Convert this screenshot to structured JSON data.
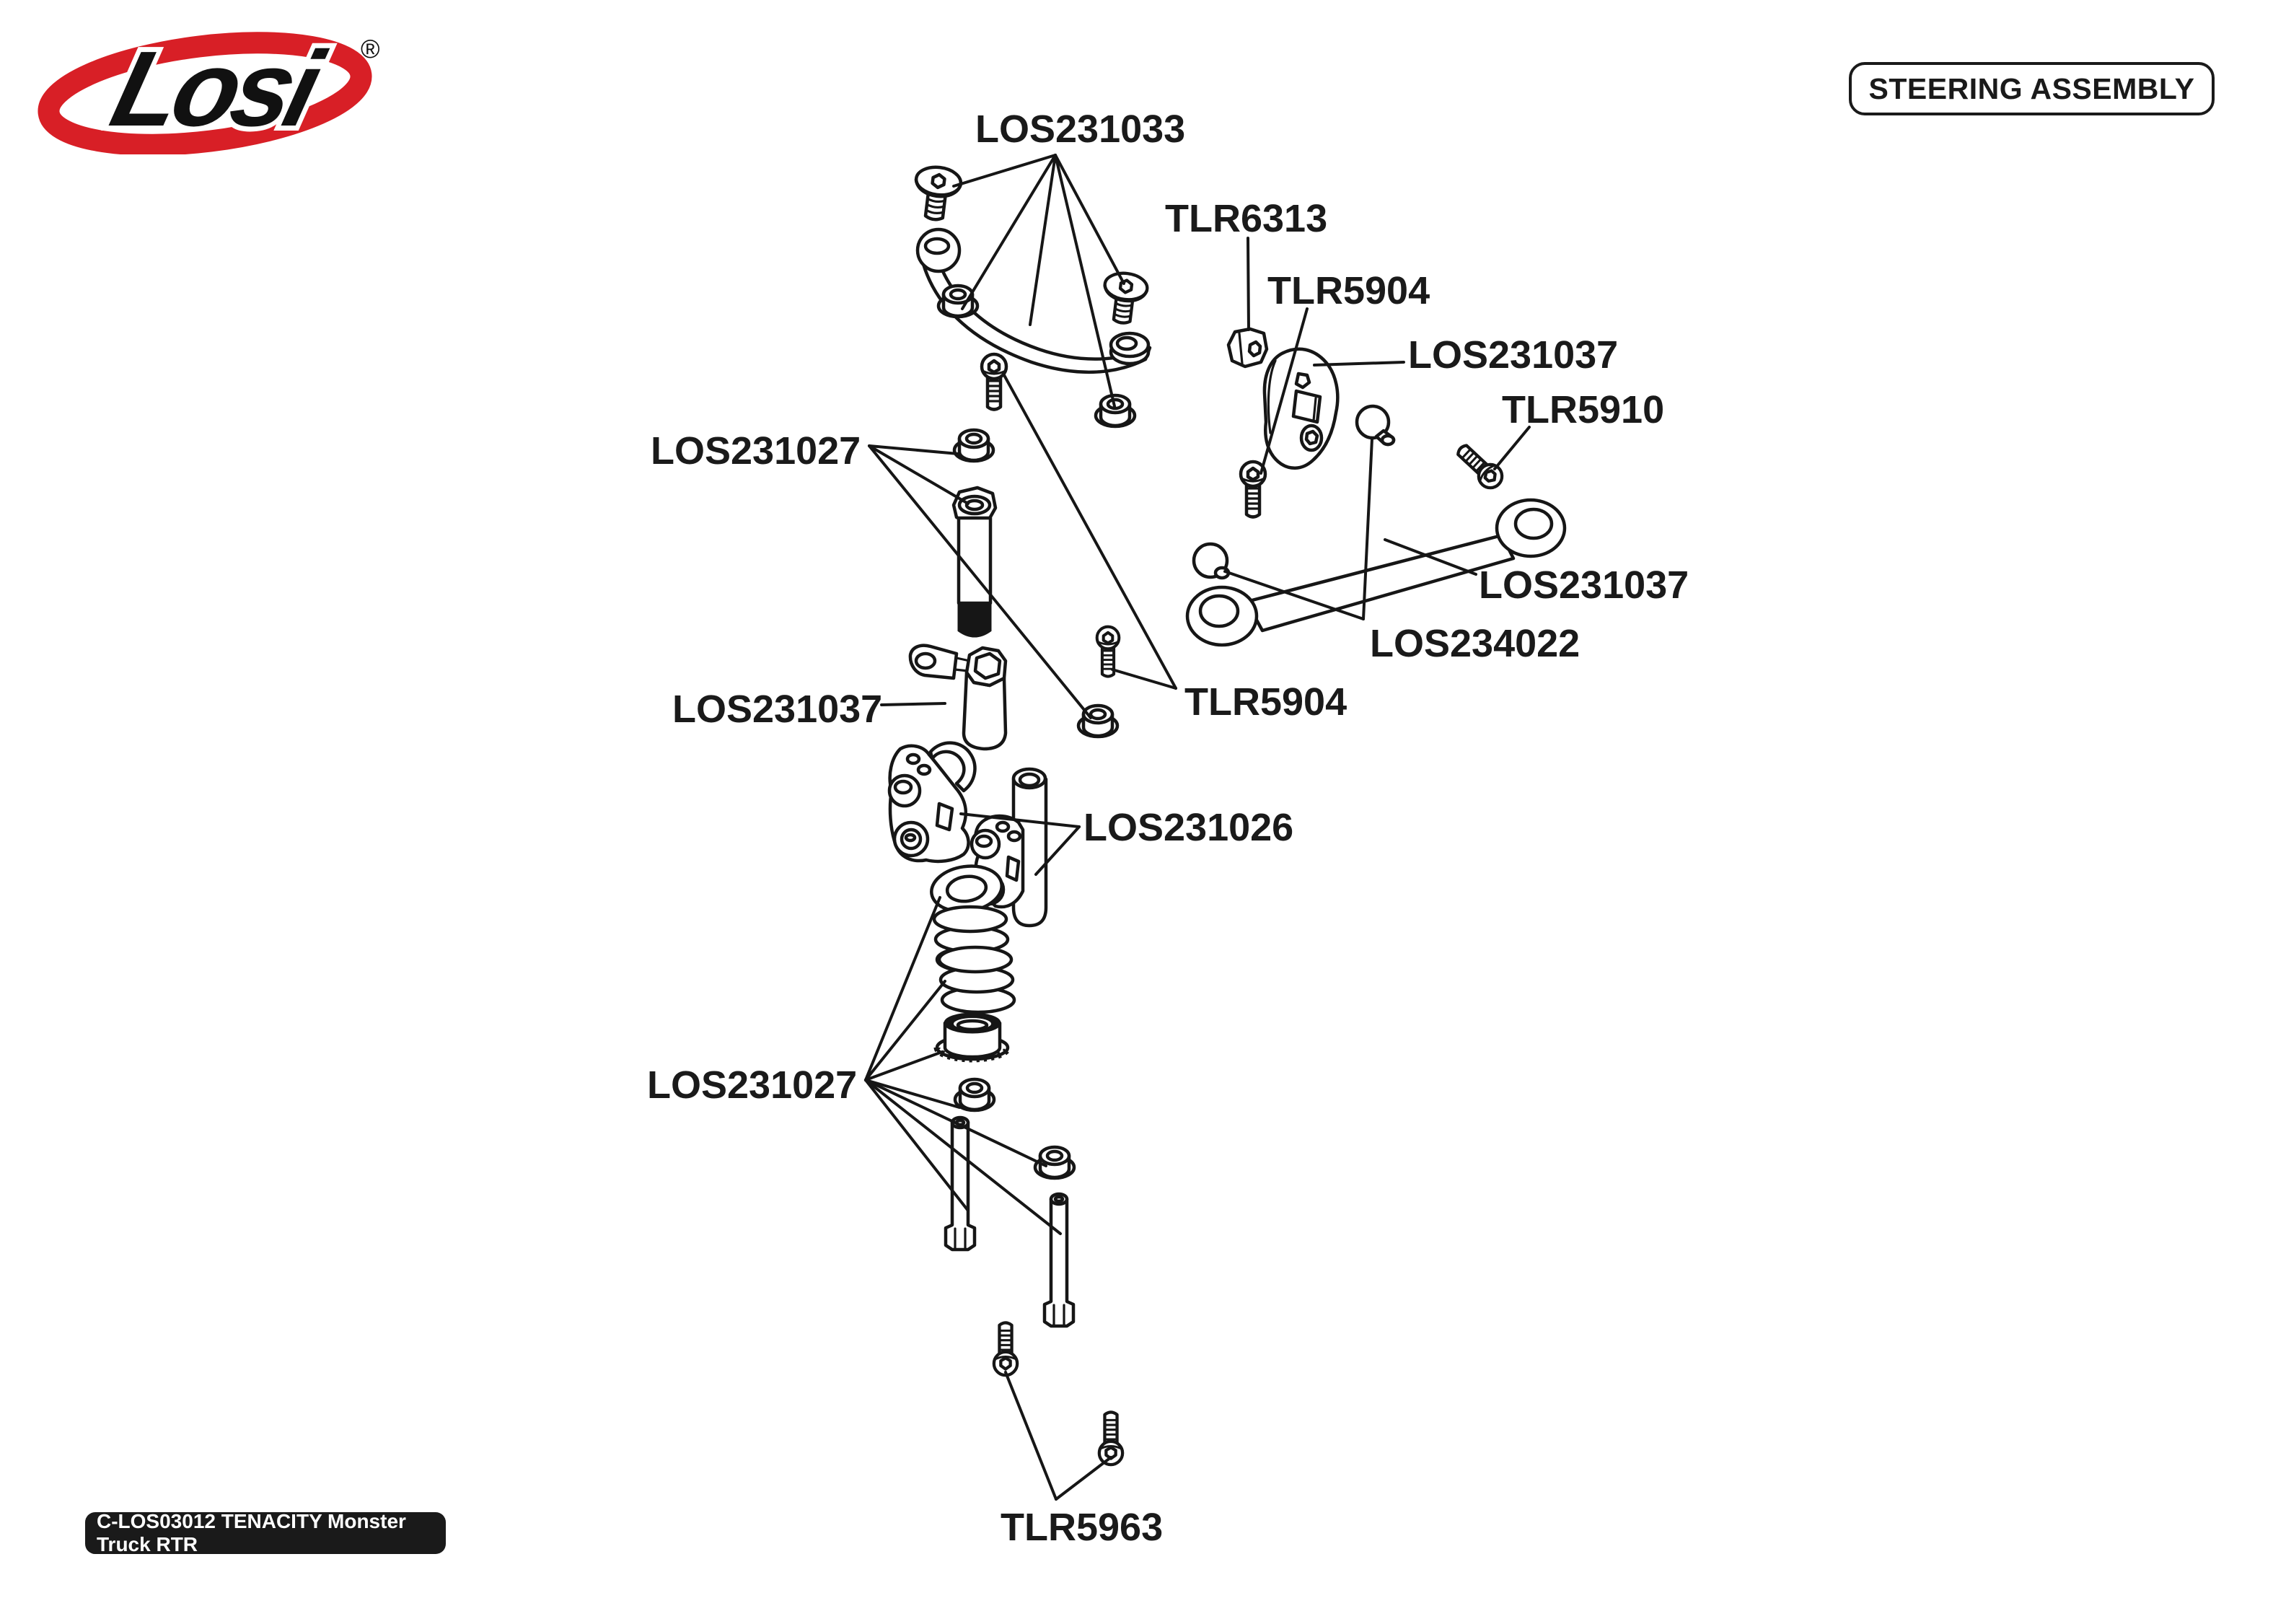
{
  "header": {
    "brand": "Losi",
    "registered": "®",
    "title": "STEERING ASSEMBLY"
  },
  "footer": {
    "model_code": "C-LOS03012 TENACITY Monster Truck RTR"
  },
  "colors": {
    "accent_red": "#d81f26",
    "line_art": "#161616",
    "label_text": "#1a1a1a",
    "badge_bg": "#1a1a1a",
    "badge_text": "#ffffff"
  },
  "labels": {
    "los231033": "LOS231033",
    "tlr6313": "TLR6313",
    "tlr5904_upper": "TLR5904",
    "los231037_bellcrank": "LOS231037",
    "tlr5910": "TLR5910",
    "los231027_upper": "LOS231027",
    "los231037_arm": "LOS231037",
    "los234022": "LOS234022",
    "tlr5904_lower": "TLR5904",
    "los231037_post": "LOS231037",
    "los231026": "LOS231026",
    "los231027_lower": "LOS231027",
    "tlr5963": "TLR5963"
  }
}
